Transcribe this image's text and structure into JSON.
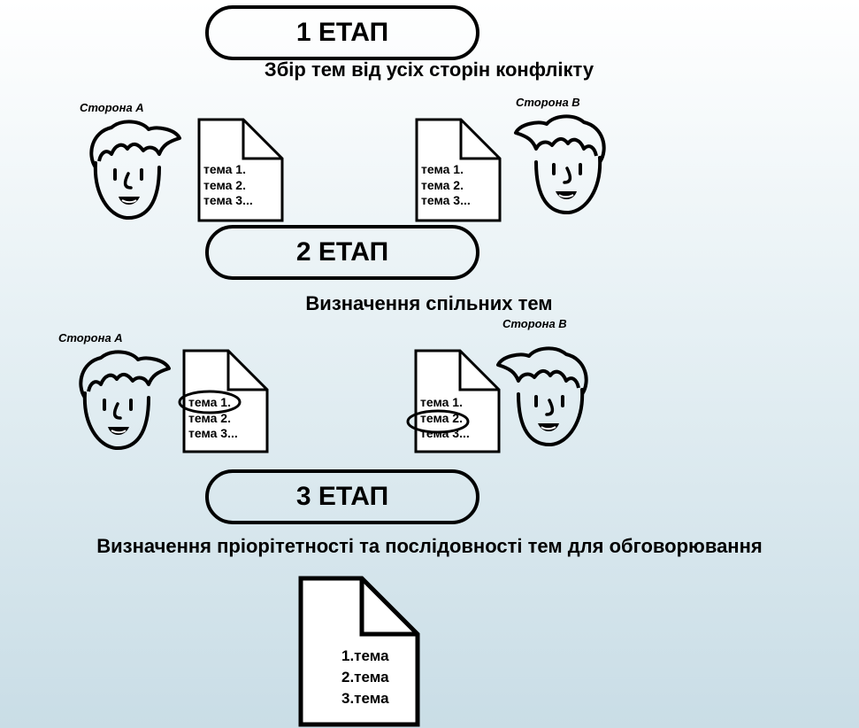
{
  "stages": [
    {
      "label": "1  ЕТАП",
      "title": "Збір тем від усіх сторін конфлікту"
    },
    {
      "label": "2 ЕТАП",
      "title": "Визначення спільних тем"
    },
    {
      "label": "3 ЕТАП",
      "title": "Визначення пріорітетності та послідовності тем для обговорювання"
    }
  ],
  "stage1": {
    "party_a": "Сторона А",
    "party_b": "Сторона В",
    "doc_a": [
      "тема 1.",
      "тема 2.",
      "тема 3..."
    ],
    "doc_b": [
      "тема 1.",
      "тема 2.",
      "тема 3..."
    ]
  },
  "stage2": {
    "party_a": "Сторона А",
    "party_b": "Сторона В",
    "doc_a": [
      "тема 1.",
      "тема 2.",
      "тема 3..."
    ],
    "doc_b": [
      "тема 1.",
      "тема 2.",
      "тема 3..."
    ]
  },
  "stage3": {
    "doc": [
      "1.тема",
      "2.тема",
      "3.тема"
    ]
  }
}
